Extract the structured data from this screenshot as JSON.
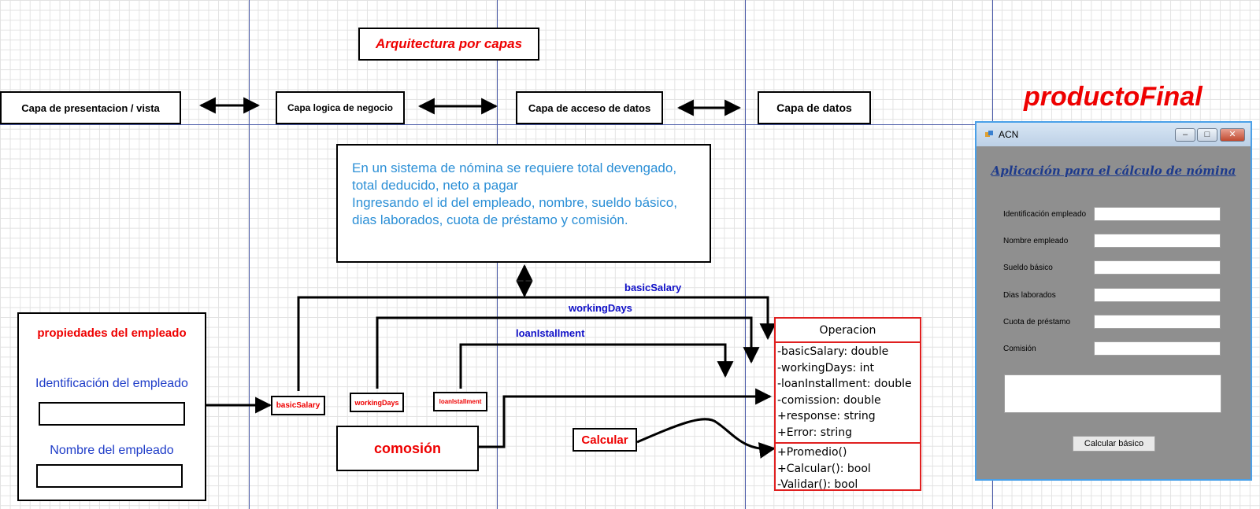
{
  "diagram": {
    "title": "Arquitectura por capas",
    "layers": [
      "Capa de presentacion / vista",
      "Capa logica de negocio",
      "Capa de acceso de datos",
      "Capa de datos"
    ],
    "description": [
      "En un sistema de nómina se requiere total devengado,",
      "total deducido, neto a pagar",
      "Ingresando el id del empleado, nombre, sueldo básico,",
      "dias laborados, cuota de préstamo y comisión."
    ],
    "employee_panel": {
      "title": "propiedades del empleado",
      "id_label": "Identificación del empleado",
      "name_label": "Nombre del empleado"
    },
    "small_boxes": [
      "basicSalary",
      "workingDays",
      "loanIstallment"
    ],
    "comision_box": "comosión",
    "calcular_box": "Calcular",
    "connector_labels": [
      "basicSalary",
      "workingDays",
      "loanIstallment"
    ],
    "uml": {
      "name": "Operacion",
      "attributes": [
        "-basicSalary: double",
        "-workingDays: int",
        "-loanInstallment: double",
        "-comission: double",
        "+response: string",
        "+Error: string"
      ],
      "operations": [
        "+Promedio()",
        "+Calcular(): bool",
        "-Validar(): bool"
      ]
    }
  },
  "product": {
    "heading": "productoFinal",
    "window_title": "ACN",
    "app_title": "Aplicación para el cálculo de nómina",
    "fields": [
      "Identificación empleado",
      "Nombre empleado",
      "Sueldo básico",
      "Dias laborados",
      "Cuota de préstamo",
      "Comisión"
    ],
    "button_label": "Calcular básico"
  },
  "colors": {
    "accent_red": "#e00000",
    "label_blue": "#1010c8",
    "desc_blue": "#2b8fd6",
    "guide_line": "#4a5aa8",
    "window_border": "#4aa0e8"
  }
}
